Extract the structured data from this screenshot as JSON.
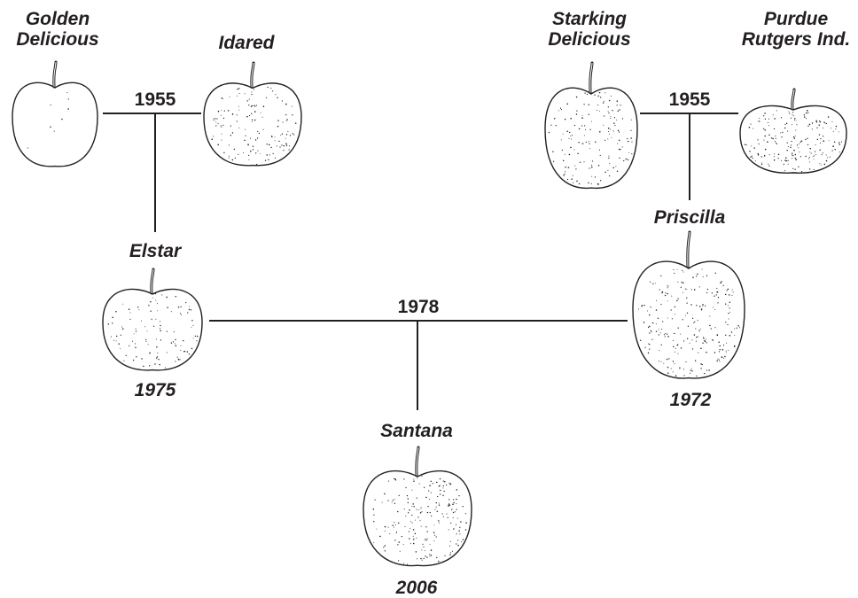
{
  "varieties": {
    "golden_delicious": {
      "line1": "Golden",
      "line2": "Delicious"
    },
    "idared": {
      "name": "Idared"
    },
    "starking_delicious": {
      "line1": "Starking",
      "line2": "Delicious"
    },
    "purdue_rutgers": {
      "line1": "Purdue",
      "line2": "Rutgers Ind."
    },
    "elstar": {
      "name": "Elstar",
      "year": "1975"
    },
    "priscilla": {
      "name": "Priscilla",
      "year": "1972"
    },
    "santana": {
      "name": "Santana",
      "year": "2006"
    }
  },
  "crosses": {
    "elstar_cross": "1955",
    "priscilla_cross": "1955",
    "santana_cross": "1978"
  },
  "colors": {
    "ink": "#231f20",
    "background": "#ffffff"
  }
}
